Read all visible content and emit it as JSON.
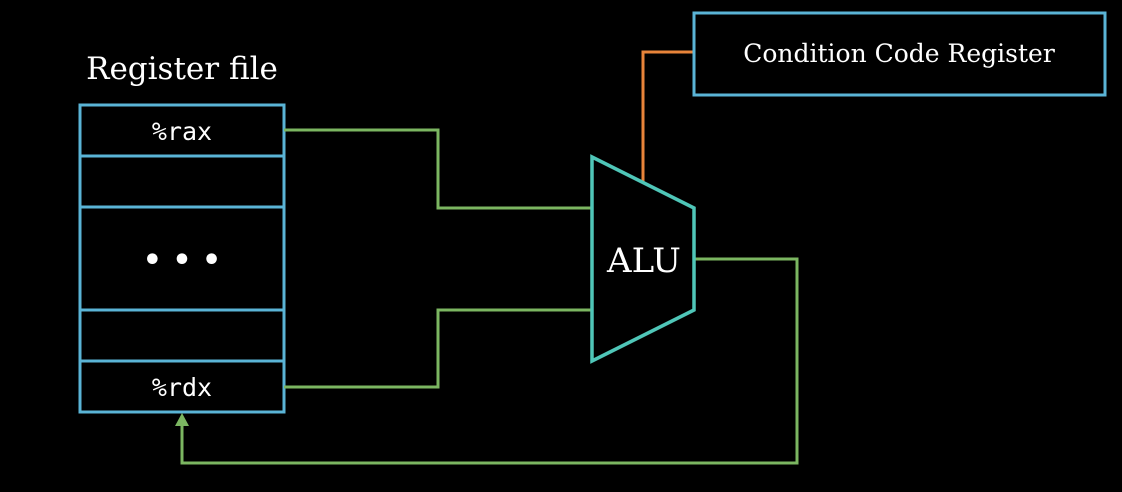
{
  "register_file": {
    "title": "Register file",
    "first_register": "%rax",
    "last_register": "%rdx",
    "ellipsis": "• • •"
  },
  "alu": {
    "label": "ALU"
  },
  "condition_code_register": {
    "label": "Condition Code Register"
  },
  "colors": {
    "background": "#000000",
    "box_border": "#5ab4d6",
    "alu_border": "#4fc6b8",
    "data_wire": "#7bb661",
    "flag_wire": "#e8843a",
    "text": "#ffffff"
  }
}
